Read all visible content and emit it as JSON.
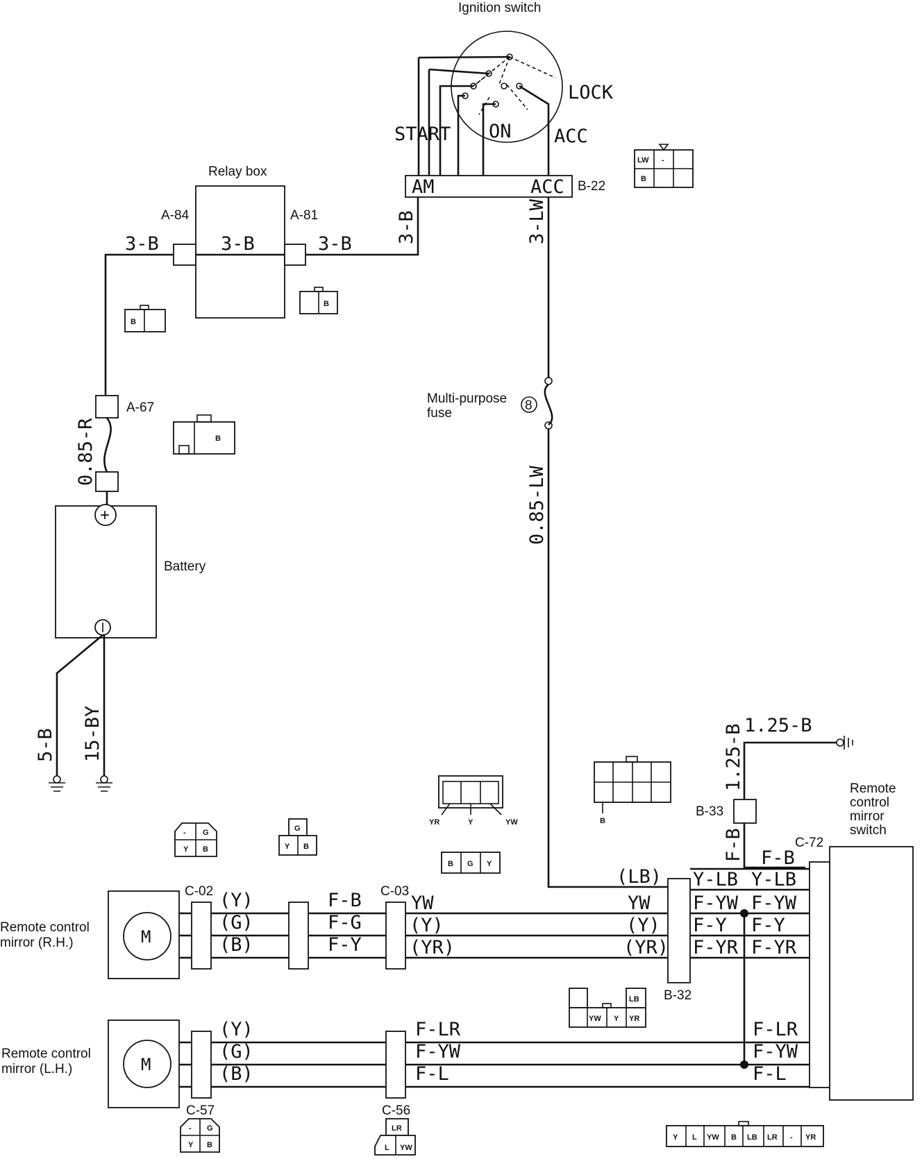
{
  "labels": {
    "ignition_switch": "Ignition switch",
    "lock": "LOCK",
    "start": "START",
    "on": "ON",
    "acc": "ACC",
    "am_terminal": "AM",
    "acc_terminal": "ACC",
    "relay_box": "Relay box",
    "multi_purpose": "Multi-purpose",
    "fuse": "fuse",
    "fuse_number": "8",
    "battery": "Battery",
    "plus": "+",
    "minus": "-",
    "motor_symbol": "M",
    "mirror_rh_line1": "Remote control",
    "mirror_rh_line2": "mirror (R.H.)",
    "mirror_lh_line1": "Remote control",
    "mirror_lh_line2": "mirror (L.H.)",
    "switch_line1": "Remote",
    "switch_line2": "control",
    "switch_line3": "mirror",
    "switch_line4": "switch"
  },
  "connectors": {
    "b22": "B-22",
    "a84": "A-84",
    "a81": "A-81",
    "a67": "A-67",
    "b33": "B-33",
    "c72": "C-72",
    "c02": "C-02",
    "c03": "C-03",
    "b32": "B-32",
    "c57": "C-57",
    "c56": "C-56"
  },
  "wires": {
    "w_3b_left": "3-B",
    "w_3b_box": "3-B",
    "w_3b_right": "3-B",
    "w_3b_vertical": "3-B",
    "w_3lw": "3-LW",
    "w_085lw": "0.85-LW",
    "w_085r": "0.85-R",
    "w_5b": "5-B",
    "w_15by": "15-BY",
    "w_125b_h": "1.25-B",
    "w_125b_v": "1.25-B",
    "w_fb_v": "F-B",
    "w_fb_sw": "F-B",
    "w_lb": "(LB)",
    "rh_c02": [
      "(Y)",
      "(G)",
      "(B)"
    ],
    "rh_mid": [
      "F-B",
      "F-G",
      "F-Y"
    ],
    "rh_c03": [
      "YW",
      "(Y)",
      "(YR)"
    ],
    "rh_b32_left": [
      "YW",
      "(Y)",
      "(YR)"
    ],
    "rh_b32_right_top": "Y-LB",
    "rh_b32_right": [
      "F-YW",
      "F-Y",
      "F-YR"
    ],
    "rh_switch": [
      "Y-LB",
      "F-YW",
      "F-Y",
      "F-YR"
    ],
    "lh_c57": [
      "(Y)",
      "(G)",
      "(B)"
    ],
    "lh_c56": [
      "F-LR",
      "F-YW",
      "F-L"
    ],
    "lh_switch": [
      "F-LR",
      "F-YW",
      "F-L"
    ]
  },
  "connector_faces": {
    "b22": [
      "LW",
      "-",
      "B"
    ],
    "a81": [
      "B"
    ],
    "a84": [
      "B"
    ],
    "a67": [
      "B"
    ],
    "b33": [
      "B"
    ],
    "c02": [
      "-",
      "G",
      "Y",
      "B"
    ],
    "c03": [
      "G",
      "Y",
      "B"
    ],
    "b32_pins": [
      "YR",
      "Y",
      "YW"
    ],
    "b32_face": [
      "B",
      "G",
      "Y"
    ],
    "b32_lower": [
      "LB",
      "YW",
      "Y",
      "YR"
    ],
    "c57": [
      "-",
      "G",
      "Y",
      "B"
    ],
    "c56": [
      "LR",
      "L",
      "YW"
    ],
    "c72": [
      "Y",
      "L",
      "YW",
      "B",
      "LB",
      "LR",
      "-",
      "YR"
    ]
  }
}
